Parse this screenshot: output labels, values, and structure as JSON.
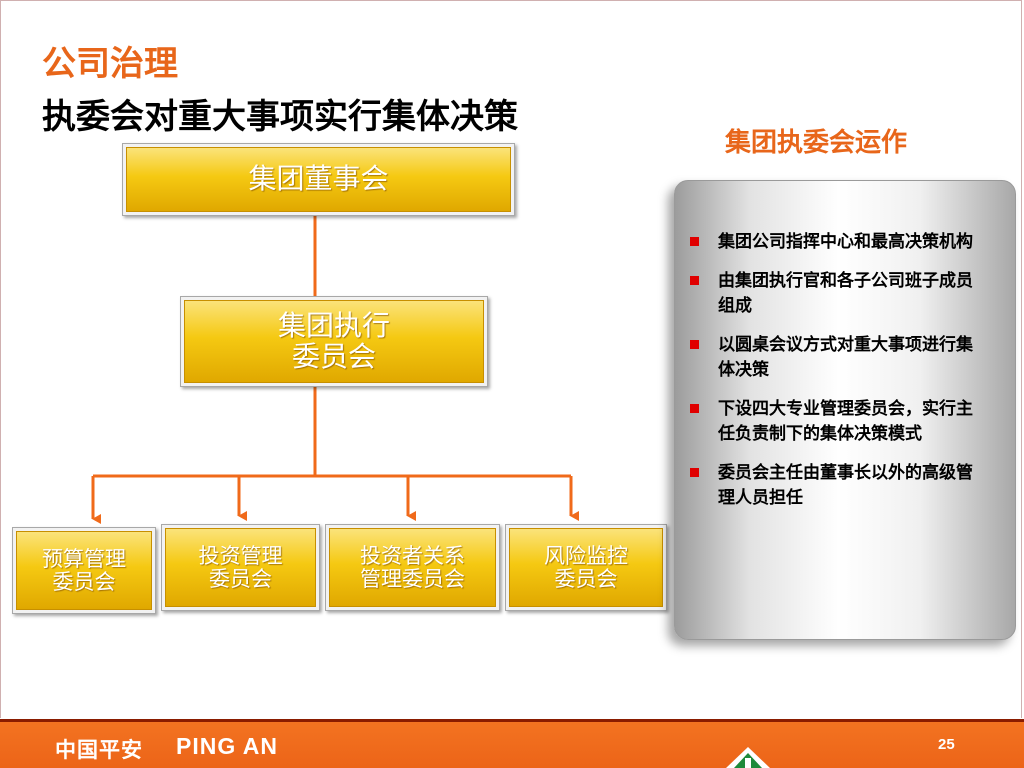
{
  "header": {
    "title": "公司治理",
    "subtitle": "执委会对重大事项实行集体决策"
  },
  "org_chart": {
    "board": "集团董事会",
    "executive": "集团执行\n委员会",
    "committees": [
      "预算管理\n委员会",
      "投资管理\n委员会",
      "投资者关系\n管理委员会",
      "风险监控\n委员会"
    ]
  },
  "side_panel": {
    "heading": "集团执委会运作",
    "bullets": [
      "集团公司指挥中心和最高决策机构",
      "由集团执行官和各子公司班子成员组成",
      "以圆桌会议方式对重大事项进行集体决策",
      "下设四大专业管理委员会，实行主任负责制下的集体决策模式",
      "委员会主任由董事长以外的高级管理人员担任"
    ]
  },
  "footer": {
    "logo_cn": "中国平安",
    "logo_en": "PING AN",
    "page_number": "25"
  },
  "colors": {
    "accent_orange": "#e8661a",
    "connector": "#f06a1a",
    "node_gold": "#f5c912",
    "bullet_red": "#e00000",
    "footer_orange": "#f37321"
  },
  "icons": {
    "bullet": "square-bullet",
    "logo": "ping-an-emblem"
  }
}
